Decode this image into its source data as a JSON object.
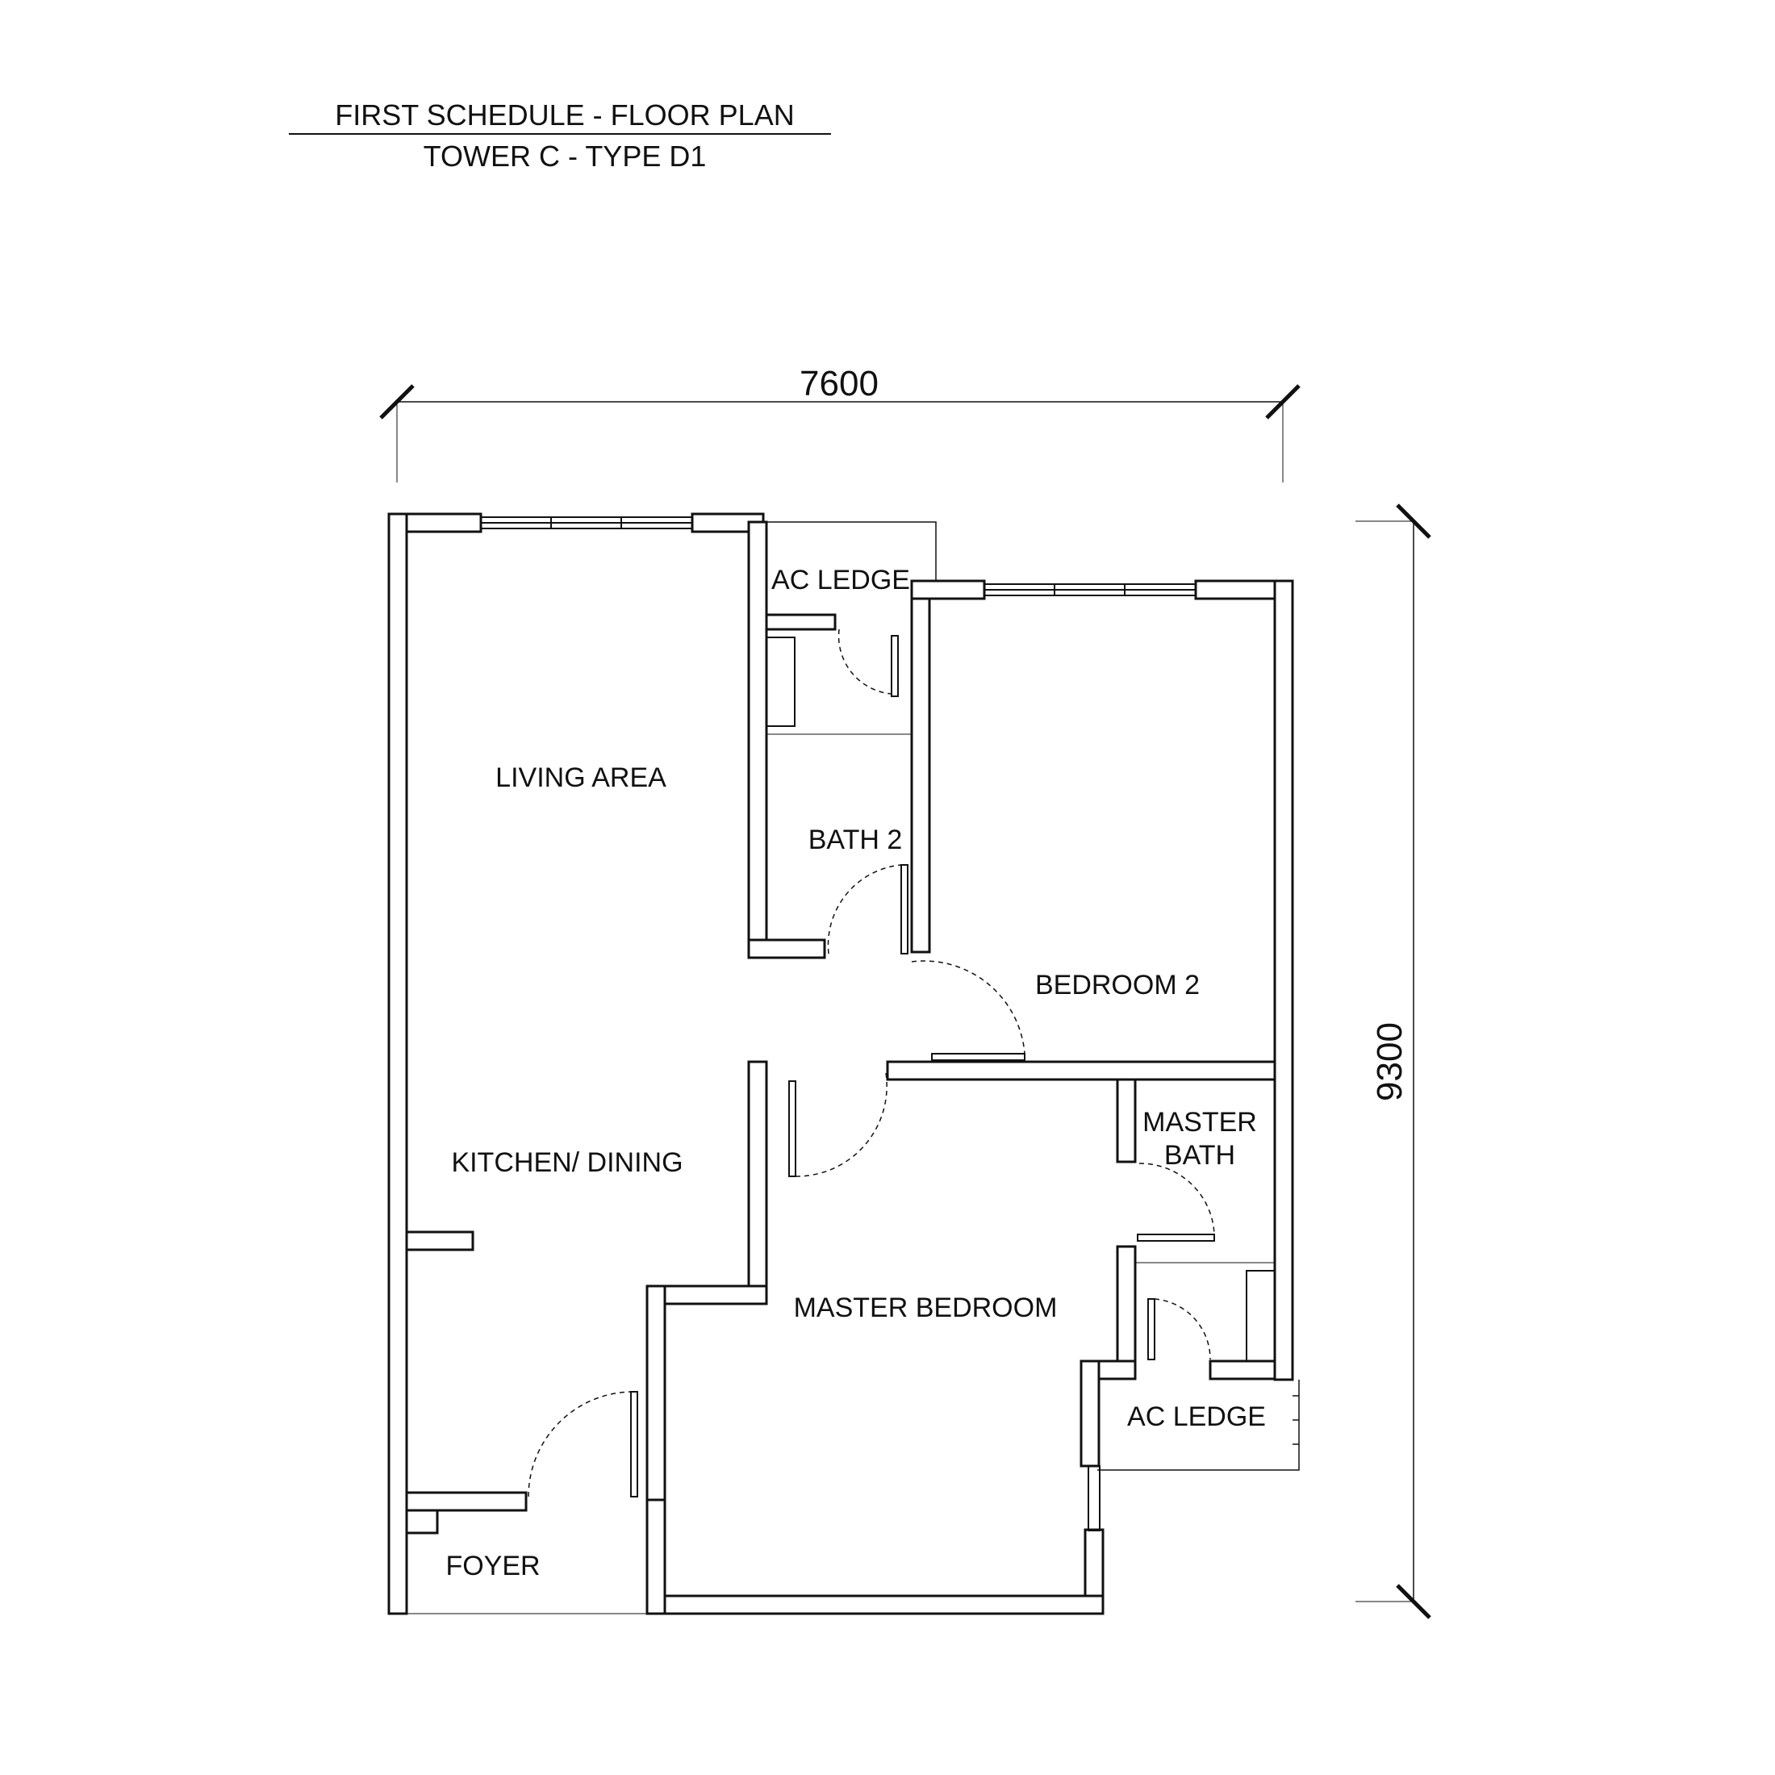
{
  "header": {
    "title": "FIRST SCHEDULE - FLOOR PLAN",
    "subtitle": "TOWER C - TYPE D1"
  },
  "dimensions": {
    "width": "7600",
    "height": "9300"
  },
  "rooms": {
    "ac_ledge_top": "AC LEDGE",
    "living_area": "LIVING AREA",
    "bath_2": "BATH 2",
    "bedroom_2": "BEDROOM 2",
    "master_bath_line1": "MASTER",
    "master_bath_line2": "BATH",
    "kitchen_dining": "KITCHEN/ DINING",
    "master_bedroom": "MASTER BEDROOM",
    "ac_ledge_bottom": "AC LEDGE",
    "foyer": "FOYER"
  },
  "colors": {
    "ink": "#111111",
    "paper": "#ffffff"
  }
}
